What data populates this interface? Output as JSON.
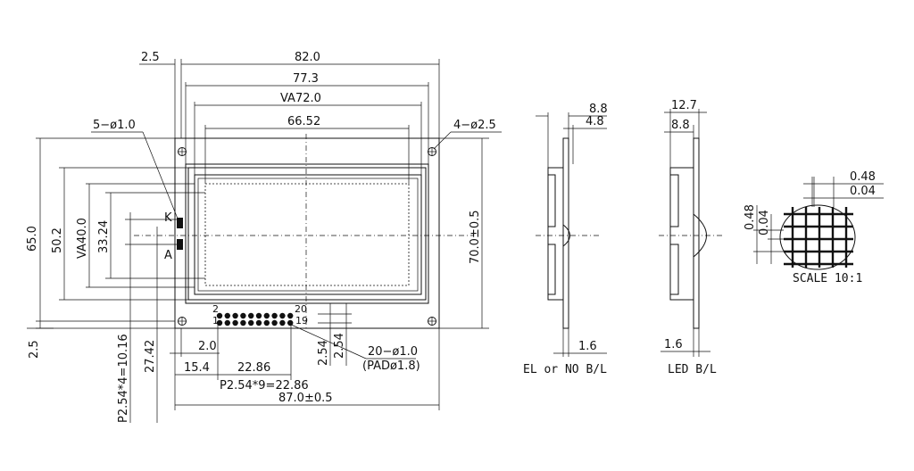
{
  "labels": {
    "d_2_5_top": "2.5",
    "d_82": "82.0",
    "d_77_3": "77.3",
    "d_va72": "VA72.0",
    "d_66_52": "66.52",
    "d_5_phi": "5−ø1.0",
    "d_4_phi": "4−ø2.5",
    "d_65": "65.0",
    "d_50_2": "50.2",
    "d_va40": "VA40.0",
    "d_33_24": "33.24",
    "d_70": "70.0±0.5",
    "pin_K": "K",
    "pin_A": "A",
    "pin_2": "2",
    "pin_20": "20",
    "pin_1": "1",
    "pin_19": "19",
    "d_2_5_left": "2.5",
    "d_p_10_16": "P2.54*4=10.16",
    "d_27_42": "27.42",
    "d_2_0": "2.0",
    "d_15_4": "15.4",
    "d_22_86": "22.86",
    "d_p_22_86": "P2.54*9=22.86",
    "d_87": "87.0±0.5",
    "d_2_54a": "2.54",
    "d_2_54b": "2.54",
    "d_20_phi": "20−ø1.0",
    "d_pad": "(PADø1.8)",
    "side1_8_8": "8.8",
    "side1_4_8": "4.8",
    "side1_1_6": "1.6",
    "side1_caption": "EL or NO B/L",
    "side2_12_7": "12.7",
    "side2_8_8": "8.8",
    "side2_1_6": "1.6",
    "side2_caption": "LED B/L",
    "det_0_48a": "0.48",
    "det_0_04a": "0.04",
    "det_0_48b": "0.48",
    "det_0_04b": "0.04",
    "det_scale": "SCALE 10:1"
  }
}
